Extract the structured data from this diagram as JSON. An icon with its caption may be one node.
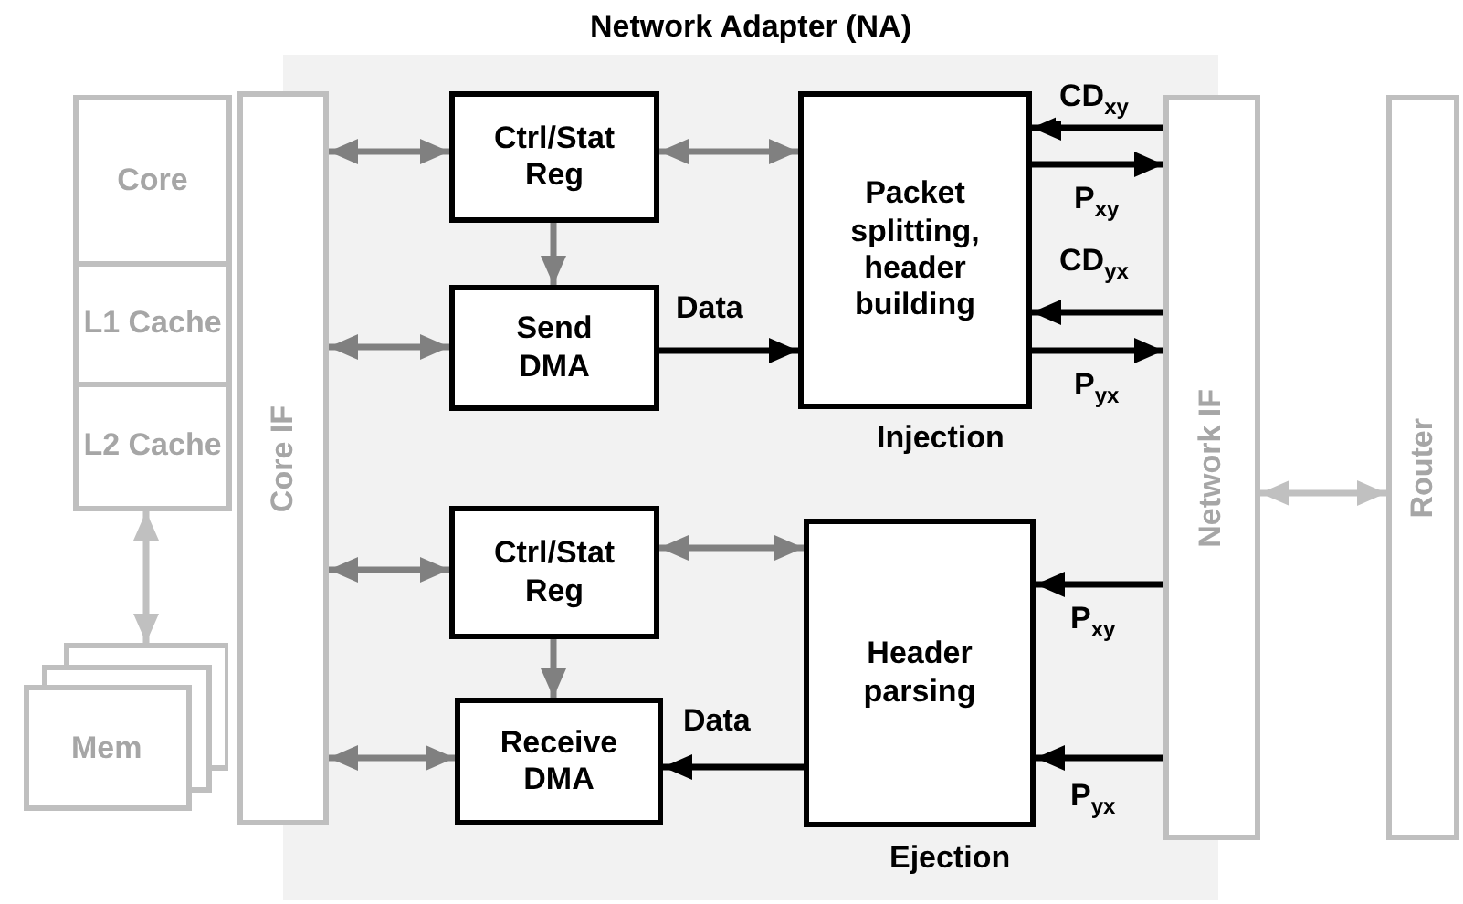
{
  "diagram": {
    "nodes": [
      {
        "text": [
          "Network Adapter (NA)"
        ]
      },
      {
        "text": [
          "Core"
        ]
      },
      {
        "text": [
          "L1 Cache"
        ]
      },
      {
        "text": [
          "L2 Cache"
        ]
      },
      {
        "text": [
          "Mem"
        ]
      },
      {
        "text": [
          "Core IF"
        ]
      },
      {
        "text": [
          "Ctrl/Stat Reg"
        ],
        "in": 0
      },
      {
        "text": [
          "Send DMA"
        ],
        "in": 0
      },
      {
        "text": [
          "Packet splitting, header building"
        ],
        "in": 0,
        "beside": [
          "Injection"
        ]
      },
      {
        "text": [
          "Ctrl/Stat Reg"
        ],
        "in": 0
      },
      {
        "text": [
          "Receive DMA"
        ],
        "in": 0
      },
      {
        "text": [
          "Header parsing"
        ],
        "in": 0,
        "beside": [
          "Ejection"
        ]
      },
      {
        "text": [
          "Network IF"
        ]
      },
      {
        "text": [
          "Router"
        ]
      }
    ],
    "edges": [
      {
        "from": 5,
        "to": 6,
        "arrow": "both",
        "color": "#808080"
      },
      {
        "from": 6,
        "to": 8,
        "arrow": "both",
        "color": "#808080"
      },
      {
        "from": 6,
        "to": 7,
        "arrow": "to",
        "color": "#808080"
      },
      {
        "from": 5,
        "to": 7,
        "arrow": "both",
        "color": "#808080"
      },
      {
        "from": 7,
        "to": 8,
        "arrow": "to",
        "label": "Data",
        "color": "#000000"
      },
      {
        "from": 12,
        "to": 8,
        "arrow": "to",
        "label": "CD$_{xy}$",
        "color": "#000000"
      },
      {
        "from": 8,
        "to": 12,
        "arrow": "to",
        "label": "P$_{xy}$",
        "color": "#000000"
      },
      {
        "from": 12,
        "to": 8,
        "arrow": "to",
        "label": "CD$_{yx}$",
        "color": "#000000"
      },
      {
        "from": 8,
        "to": 12,
        "arrow": "to",
        "label": "P$_{yx}$",
        "color": "#000000"
      },
      {
        "from": 3,
        "to": 4,
        "arrow": "both",
        "color": "#c0c0c0"
      },
      {
        "from": 12,
        "to": 13,
        "arrow": "both",
        "color": "#c0c0c0"
      },
      {
        "from": 5,
        "to": 9,
        "arrow": "both",
        "color": "#808080"
      },
      {
        "from": 9,
        "to": 11,
        "arrow": "both",
        "color": "#808080"
      },
      {
        "from": 9,
        "to": 10,
        "arrow": "to",
        "color": "#808080"
      },
      {
        "from": 5,
        "to": 10,
        "arrow": "both",
        "color": "#808080"
      },
      {
        "from": 11,
        "to": 10,
        "arrow": "to",
        "label": "Data",
        "color": "#000000"
      },
      {
        "from": 12,
        "to": 11,
        "arrow": "to",
        "label": "P$_{xy}$",
        "color": "#000000"
      },
      {
        "from": 12,
        "to": 11,
        "arrow": "to",
        "label": "P$_{yx}$",
        "color": "#000000"
      }
    ]
  }
}
